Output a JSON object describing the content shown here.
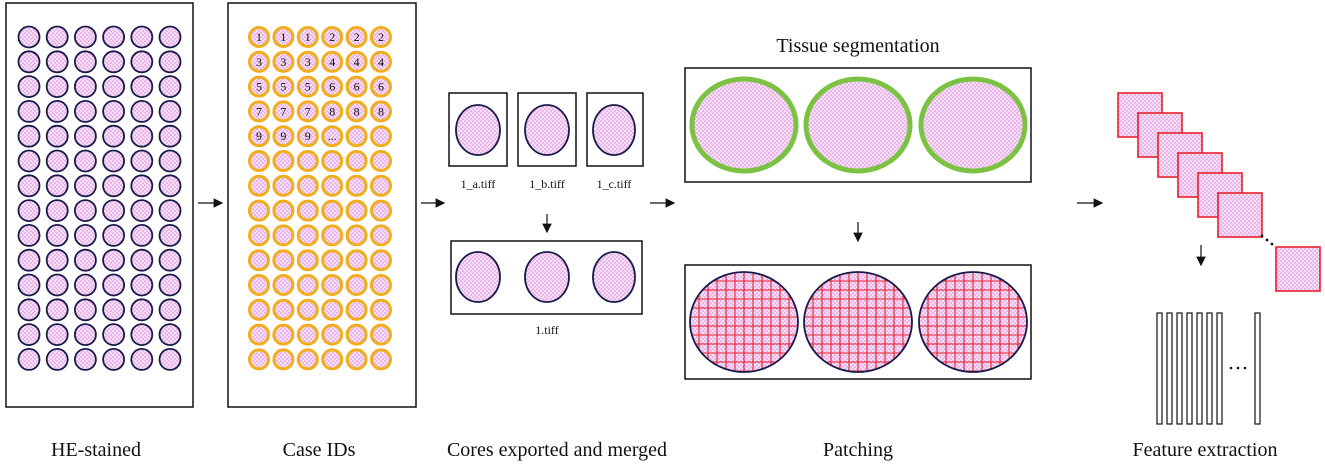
{
  "stages": [
    {
      "id": "he",
      "label": "HE-stained"
    },
    {
      "id": "case",
      "label": "Case IDs"
    },
    {
      "id": "cores",
      "label": "Cores exported and merged"
    },
    {
      "id": "patch",
      "label": "Patching"
    },
    {
      "id": "feat",
      "label": "Feature extraction"
    }
  ],
  "segmentation_title": "Tissue segmentation",
  "core_files": [
    "1_a.tiff",
    "1_b.tiff",
    "1_c.tiff"
  ],
  "merged_file": "1.tiff",
  "case_ids": [
    "1",
    "1",
    "1",
    "2",
    "2",
    "2",
    "3",
    "3",
    "3",
    "4",
    "4",
    "4",
    "5",
    "5",
    "5",
    "6",
    "6",
    "6",
    "7",
    "7",
    "7",
    "8",
    "8",
    "8",
    "9",
    "9",
    "9",
    "..."
  ],
  "colors": {
    "core_fill": "#f1c8f1",
    "core_outline": "#1a1a4a",
    "case_ring": "#f0ad1c",
    "segment_ring": "#7cc242",
    "patch_grid": "#e8202a"
  }
}
